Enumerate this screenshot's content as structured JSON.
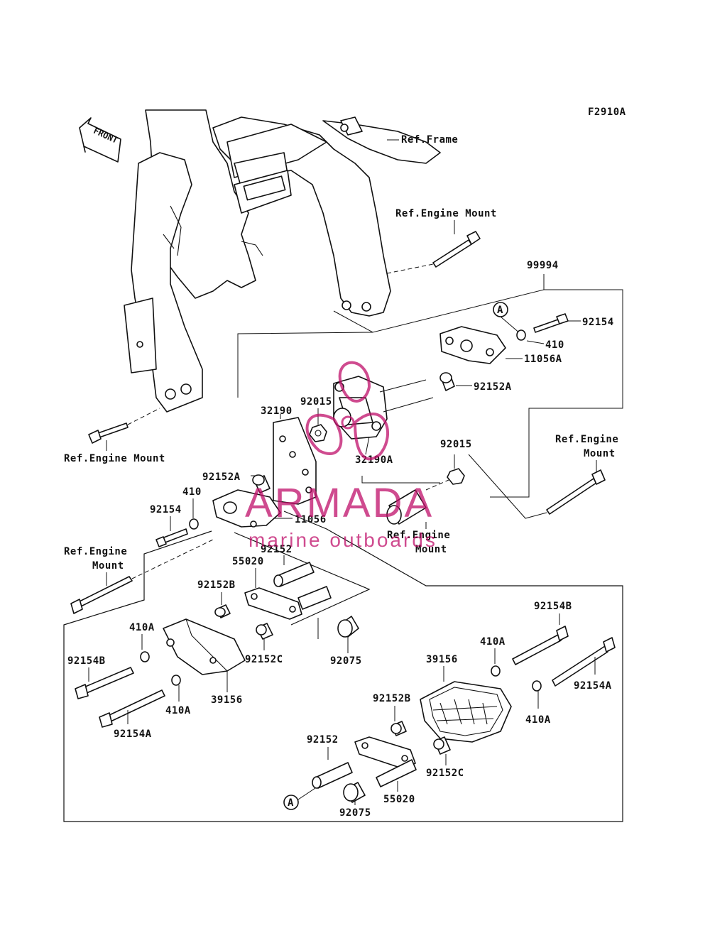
{
  "figure_code": "F2910A",
  "front_label": "FRONT",
  "references": {
    "frame": "Ref.Frame",
    "engine_mount_top": "Ref.Engine Mount",
    "engine_mount_left": "Ref.Engine Mount",
    "engine_mount_right_1": "Ref.Engine",
    "engine_mount_right_2": "Mount",
    "engine_mount_center_1": "Ref.Engine",
    "engine_mount_center_2": "Mount",
    "engine_mount_lower_1": "Ref.Engine",
    "engine_mount_lower_2": "Mount"
  },
  "parts": {
    "p99994": "99994",
    "p92154_top": "92154",
    "p410_top": "410",
    "p11056A": "11056A",
    "p92152A_top": "92152A",
    "p92015_top": "92015",
    "p32190": "32190",
    "p32190A": "32190A",
    "p92015_mid": "92015",
    "p92152A_mid": "92152A",
    "p410_mid": "410",
    "p92154_mid": "92154",
    "p11056": "11056",
    "p92152_mid": "92152",
    "p55020_left": "55020",
    "p92152B_left": "92152B",
    "p410A_left_top": "410A",
    "p92154B_left": "92154B",
    "p92152C_left": "92152C",
    "p92075_left": "92075",
    "p39156_left": "39156",
    "p410A_left_bottom": "410A",
    "p92154A_left": "92154A",
    "p92154B_right": "92154B",
    "p410A_right_top": "410A",
    "p39156_right": "39156",
    "p92154A_right": "92154A",
    "p410A_right_bottom": "410A",
    "p92152B_right": "92152B",
    "p92152_right": "92152",
    "p92152C_right": "92152C",
    "p55020_right": "55020",
    "p92075_right": "92075"
  },
  "callout_a_top": "A",
  "callout_a_bottom": "A",
  "watermark": {
    "brand": "ARMADA",
    "tagline": "marine outboards",
    "color": "#c0106a"
  }
}
